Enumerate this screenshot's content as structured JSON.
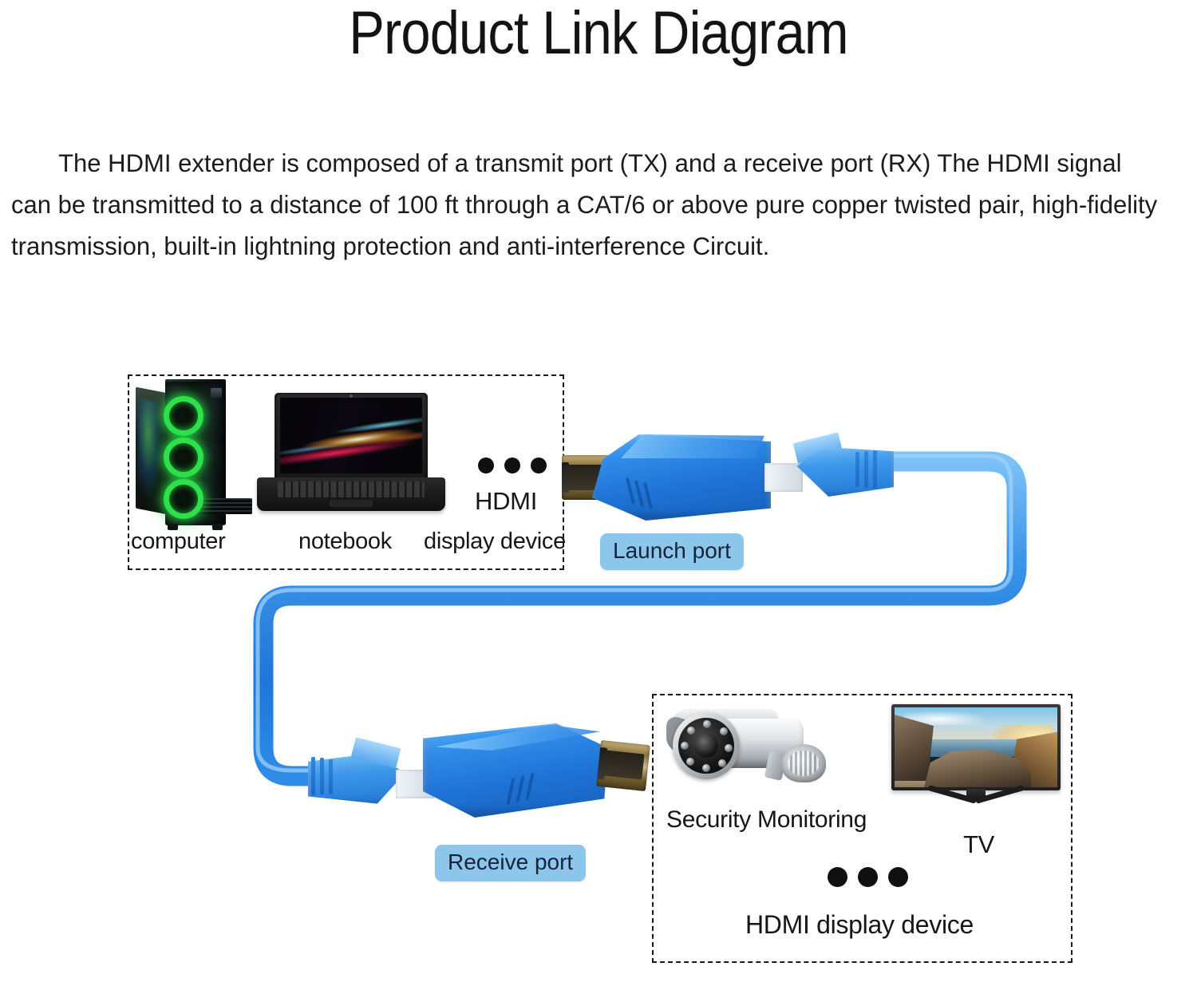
{
  "page": {
    "title": "Product Link Diagram",
    "description": "The HDMI extender is composed of a transmit port (TX) and a receive port (RX) The HDMI signal can be transmitted to a distance of 100 ft through a CAT/6 or above pure copper twisted pair, high-fidelity transmission, built-in lightning protection and anti-interference Circuit."
  },
  "source_group": {
    "computer_label": "computer",
    "notebook_label": "notebook",
    "display_device_label": "display device",
    "hdmi_label": "HDMI",
    "ellipsis_icon": "three-dots-icon"
  },
  "transmitter": {
    "badge_label": "Launch port",
    "hdmi_connector_icon": "hdmi-male-connector-icon",
    "rj45_connector_icon": "rj45-connector-icon"
  },
  "receiver": {
    "badge_label": "Receive port",
    "hdmi_connector_icon": "hdmi-male-connector-icon",
    "rj45_connector_icon": "rj45-connector-icon"
  },
  "cable": {
    "icon": "ethernet-cable-icon",
    "color": "#2f8ce8"
  },
  "destination_group": {
    "camera_label": "Security Monitoring",
    "tv_label": "TV",
    "footer_label": "HDMI display device",
    "ellipsis_icon": "three-dots-icon"
  },
  "colors": {
    "badge_background": "#8cc6ea",
    "badge_text": "#16233a",
    "cable_blue": "#2f8ce8",
    "dongle_blue": "#2f8ce8",
    "hdmi_gold": "#8d7640",
    "dashed_border": "#1a1a1a",
    "fan_green": "#2ce14a",
    "page_background": "#ffffff"
  }
}
